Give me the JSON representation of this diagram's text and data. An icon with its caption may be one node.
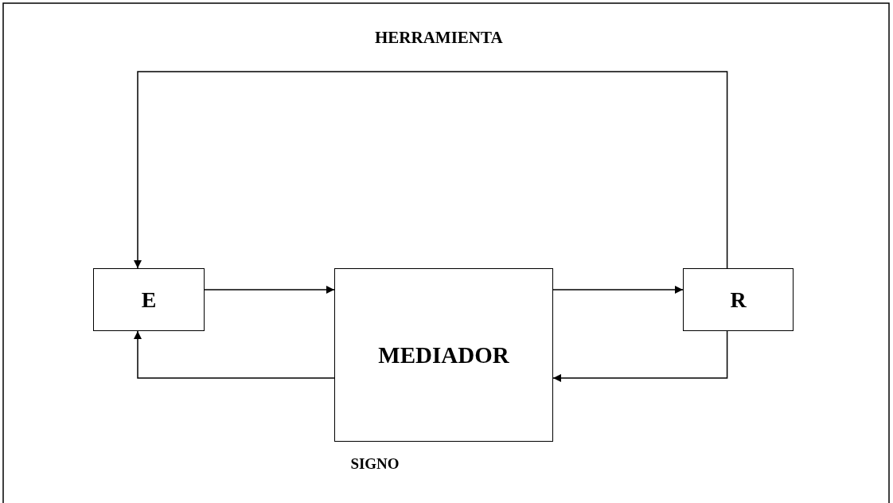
{
  "diagram": {
    "nodes": [
      {
        "text": [
          "E"
        ]
      },
      {
        "text": [
          "MEDIADOR"
        ],
        "beside": [
          "SIGNO"
        ]
      },
      {
        "text": [
          "R"
        ]
      }
    ],
    "edges": [
      {
        "from": 2,
        "to": 0,
        "arrow": "to",
        "label": "HERRAMIENTA"
      },
      {
        "from": 0,
        "to": 1,
        "arrow": "to"
      },
      {
        "from": 1,
        "to": 2,
        "arrow": "to"
      },
      {
        "from": 2,
        "to": 1,
        "arrow": "to"
      },
      {
        "from": 1,
        "to": 0,
        "arrow": "to"
      }
    ]
  }
}
